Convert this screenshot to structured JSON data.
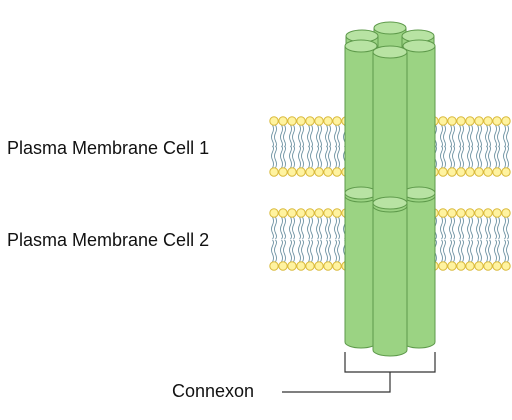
{
  "labels": {
    "membrane_1": "Plasma Membrane Cell 1",
    "membrane_2": "Plasma Membrane Cell 2",
    "connexon": "Connexon"
  },
  "colors": {
    "cylinder_fill": "#9bd383",
    "cylinder_top": "#b8e3a3",
    "cylinder_stroke": "#5e9a4b",
    "lipid_head_fill": "#fff3a0",
    "lipid_head_stroke": "#d9b93a",
    "lipid_tail": "#6f93a3",
    "bracket": "#333333"
  },
  "icons": {
    "membrane": "lipid-bilayer",
    "channel": "connexin-cylinder"
  }
}
